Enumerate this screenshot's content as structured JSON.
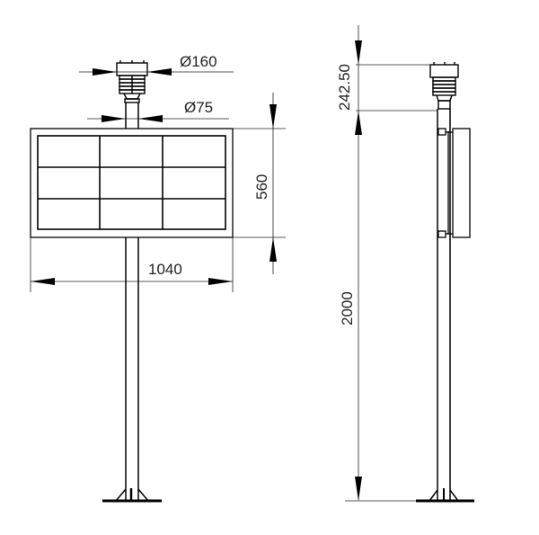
{
  "drawing": {
    "type": "engineering-dimension-drawing",
    "views": [
      "front-view",
      "side-view"
    ],
    "front_view": {
      "sensor_diameter_label": "Ø160",
      "pole_diameter_label": "Ø75",
      "panel_height_label": "560",
      "panel_width_label": "1040",
      "panel_grid": {
        "rows": 3,
        "columns": 3
      }
    },
    "side_view": {
      "sensor_height_label": "242.50",
      "pole_height_label": "2000"
    },
    "colors": {
      "line": "#000000",
      "dim_line": "#444444",
      "background": "#ffffff"
    }
  }
}
